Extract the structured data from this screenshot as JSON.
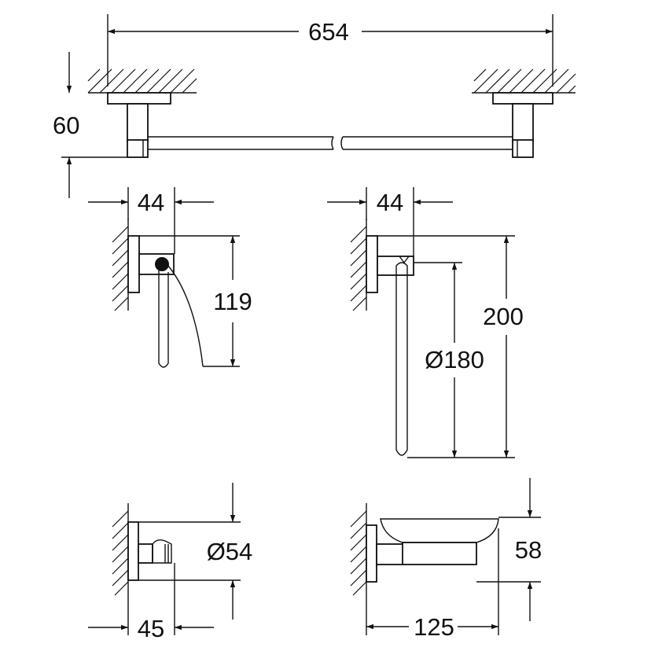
{
  "drawing": {
    "towel_bar": {
      "length_label": "654",
      "height_label": "60"
    },
    "paper_holder": {
      "depth_label": "44",
      "height_label": "119"
    },
    "towel_ring": {
      "depth_label": "44",
      "height_label": "200",
      "diameter_label": "Ø180"
    },
    "robe_hook": {
      "depth_label": "45",
      "diameter_label": "Ø54"
    },
    "soap_dish": {
      "depth_label": "125",
      "height_label": "58"
    }
  }
}
